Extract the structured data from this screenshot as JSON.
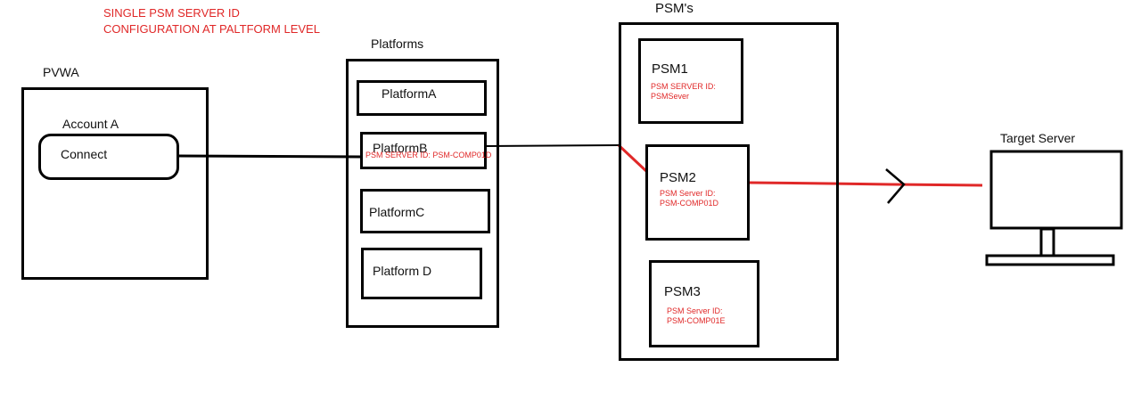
{
  "title": {
    "line1": "SINGLE PSM SERVER ID",
    "line2": "CONFIGURATION AT PALTFORM LEVEL"
  },
  "pvwa": {
    "label": "PVWA",
    "account_label": "Account A",
    "connect_label": "Connect"
  },
  "platforms": {
    "label": "Platforms",
    "items": [
      {
        "label": "PlatformA"
      },
      {
        "label": "PlatformB",
        "note": "PSM SERVER ID:  PSM-COMP01D"
      },
      {
        "label": "PlatformC"
      },
      {
        "label": "Platform D"
      }
    ]
  },
  "psms": {
    "label": "PSM's",
    "items": [
      {
        "label": "PSM1",
        "note_line1": "PSM SERVER ID:",
        "note_line2": "PSMSever"
      },
      {
        "label": "PSM2",
        "note_line1": "PSM Server ID:",
        "note_line2": "PSM-COMP01D"
      },
      {
        "label": "PSM3",
        "note_line1": "PSM Server ID:",
        "note_line2": "PSM-COMP01E"
      }
    ]
  },
  "target": {
    "label": "Target Server"
  },
  "colors": {
    "accent": "#e02828",
    "line": "#000000"
  }
}
